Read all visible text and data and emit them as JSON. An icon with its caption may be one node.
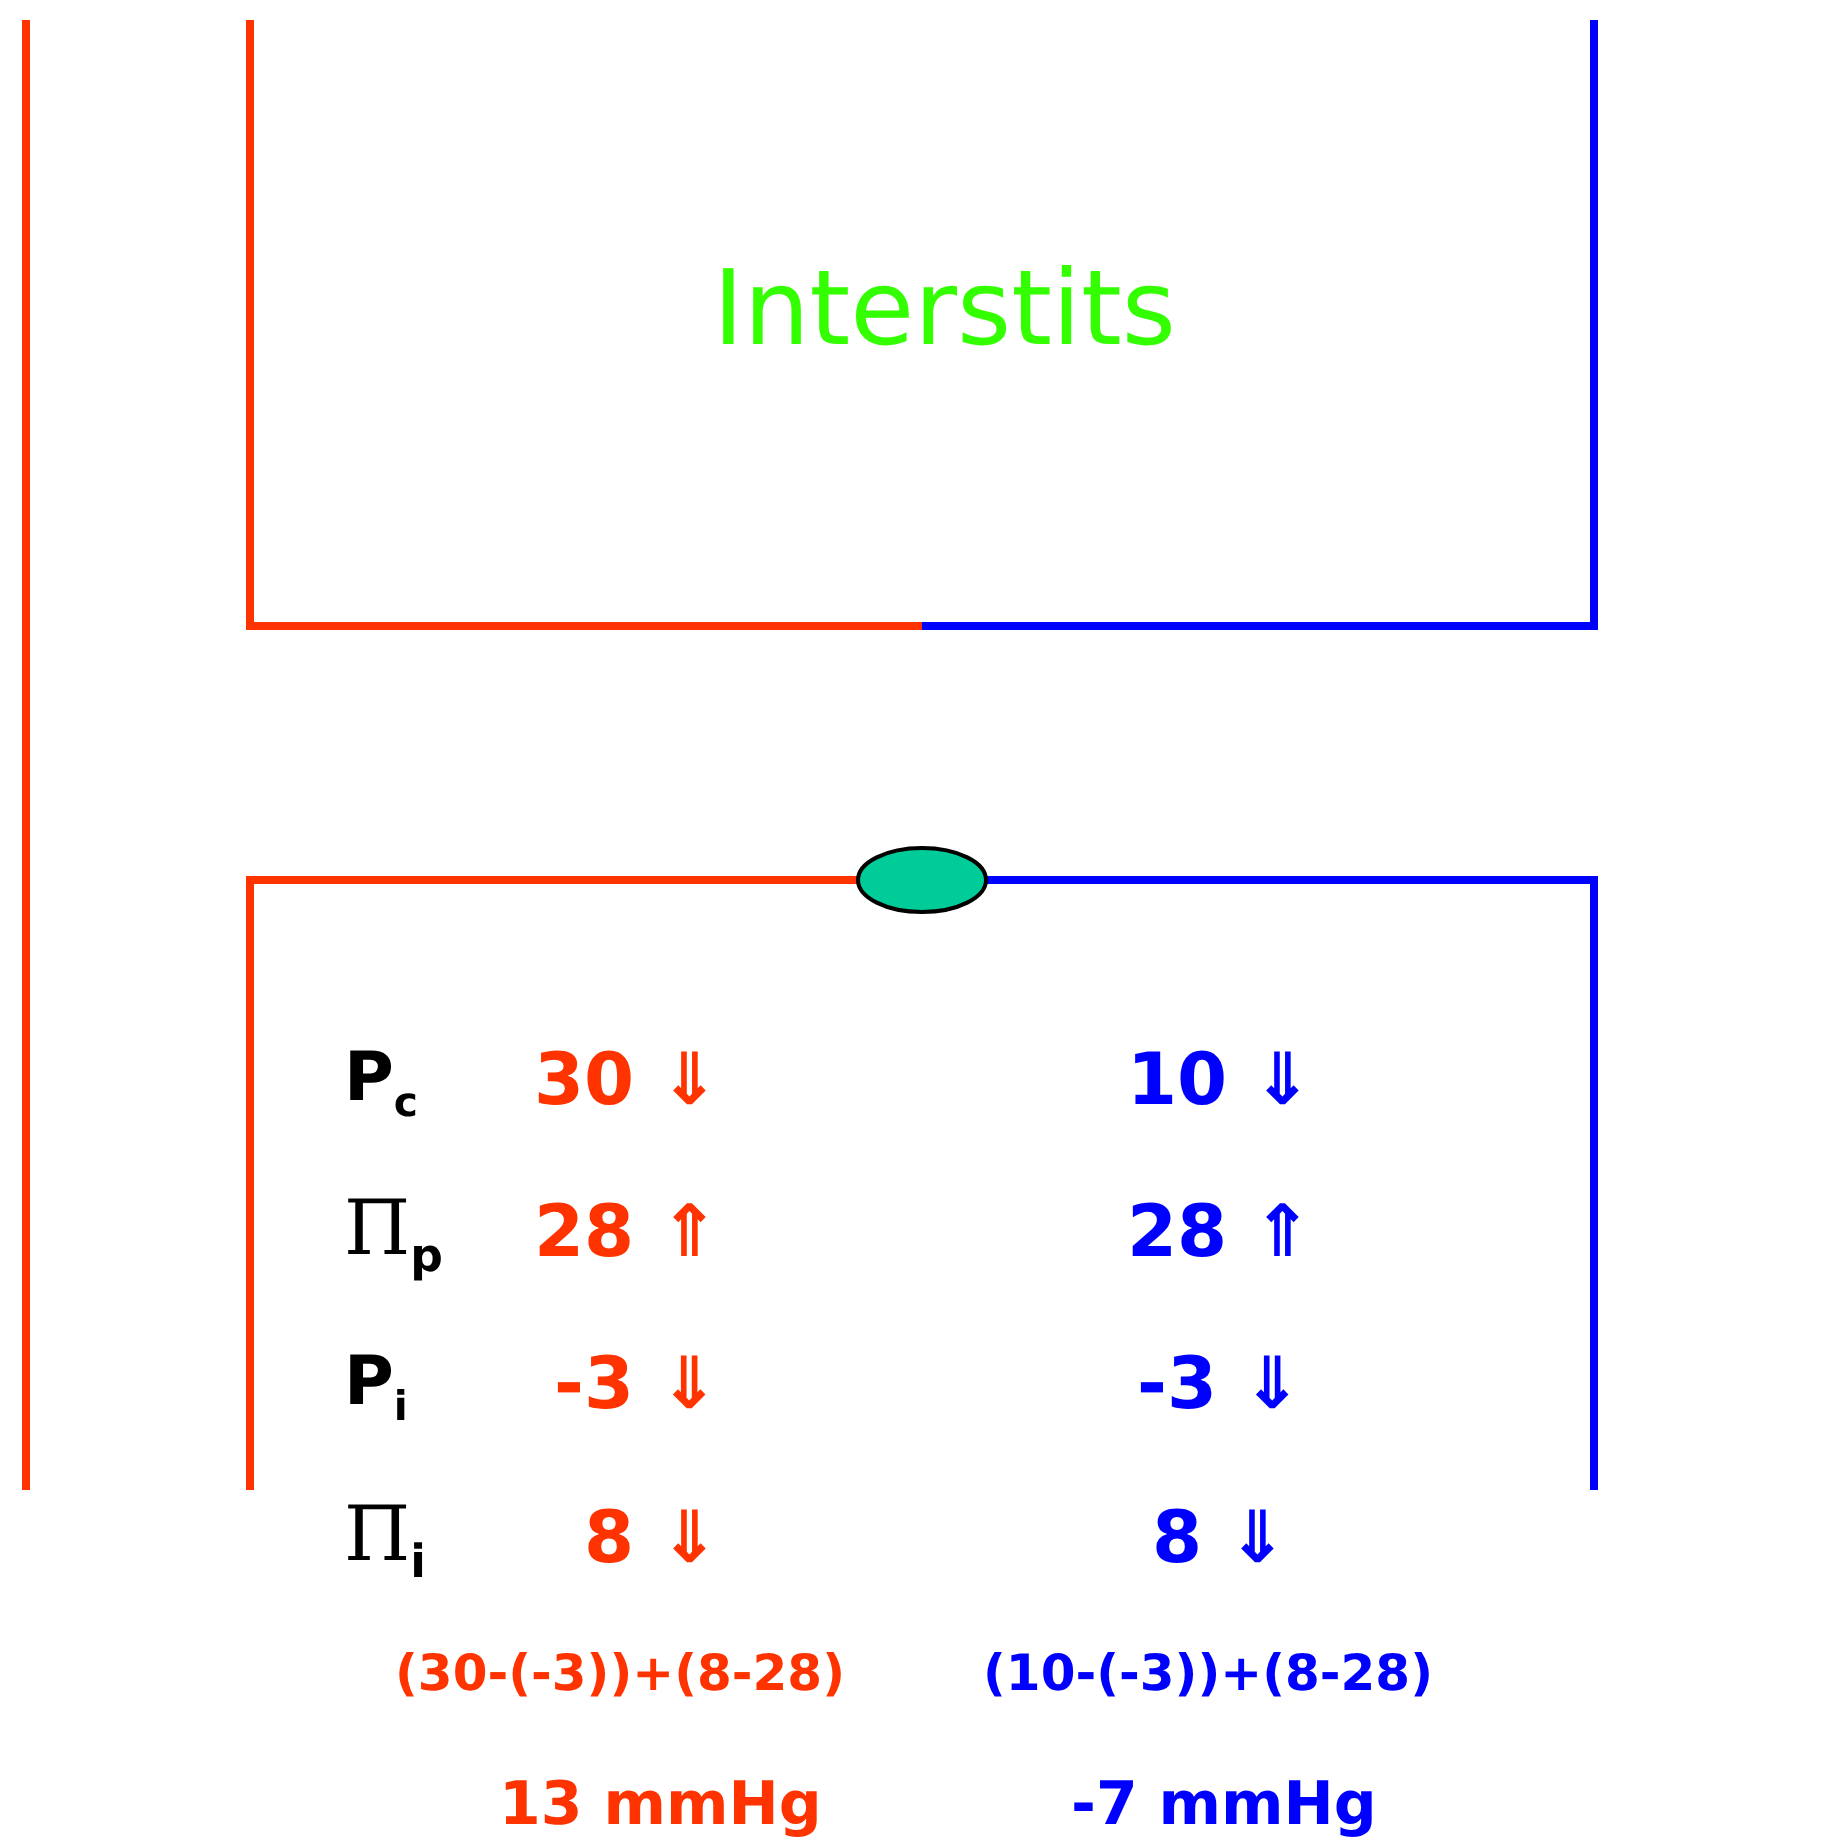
{
  "diagram": {
    "labels": [
      "Interstits",
      "P$_{c}$",
      "30 ⇓",
      "10 ⇓",
      "Π$_{p}$",
      "28 ⇑",
      "28 ⇑",
      "P$_{i}$",
      "-3 ⇓",
      "-3 ⇓",
      "Π$_{i}$",
      "8 ⇓",
      "8 ⇓",
      "(30-(-3))+(8-28)",
      "(10-(-3))+(8-28)",
      "13 mmHg",
      "-7 mmHg"
    ]
  }
}
